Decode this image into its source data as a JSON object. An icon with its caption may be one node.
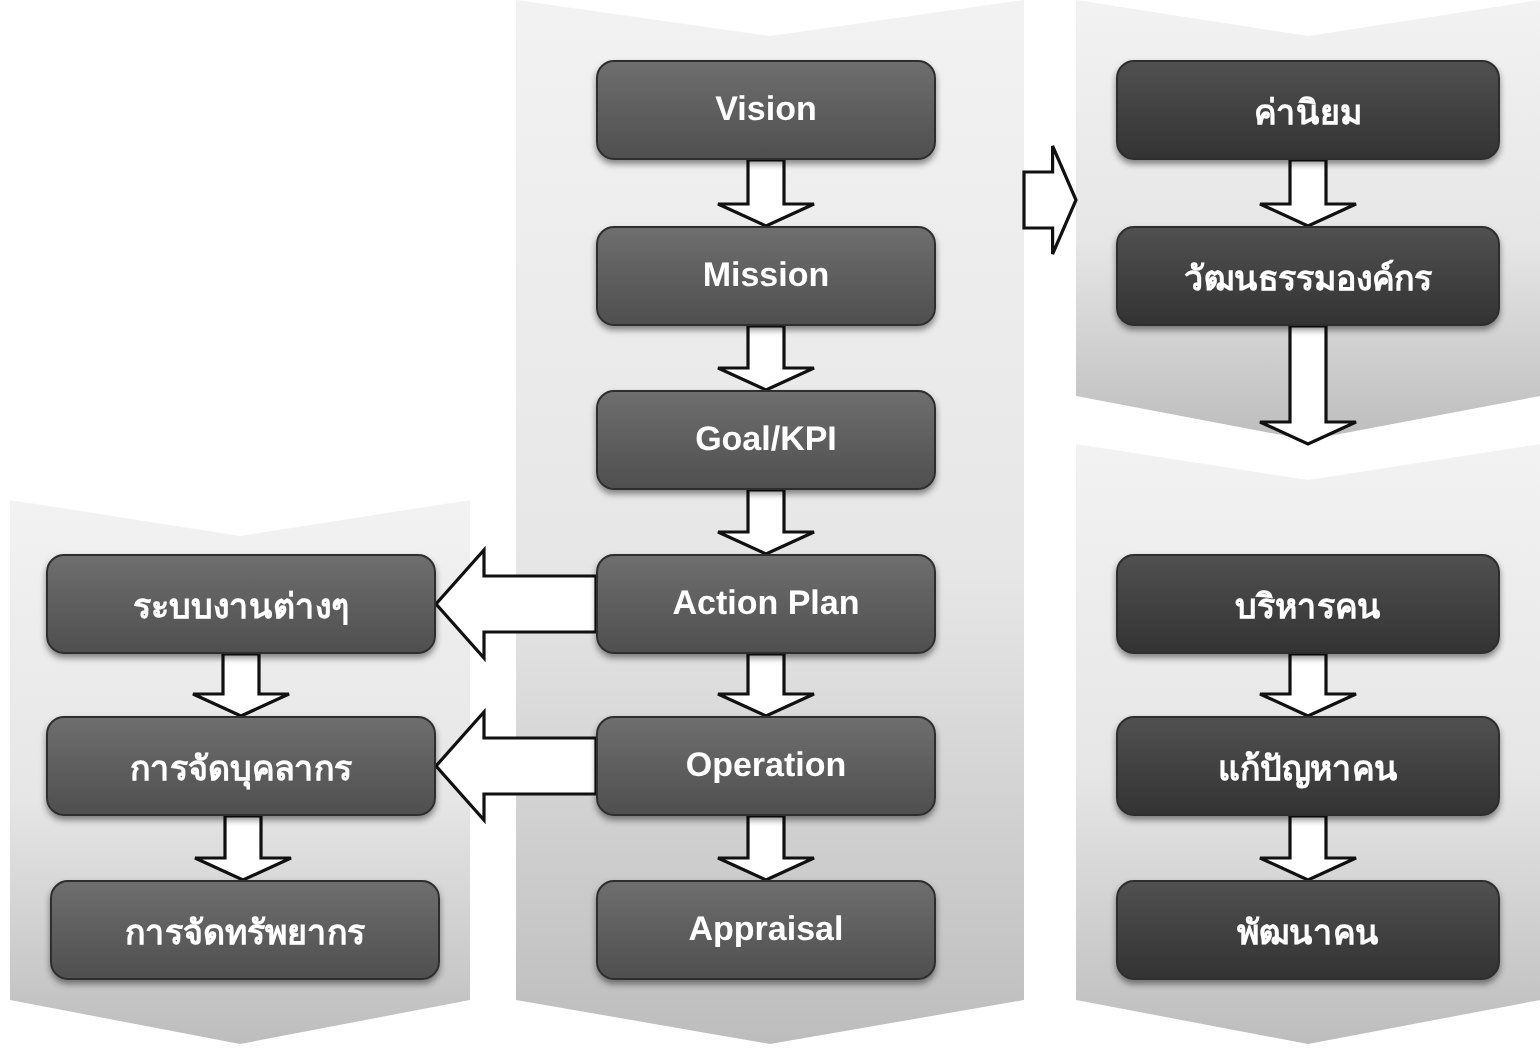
{
  "diagram": {
    "nodes": [
      {
        "text": [],
        "shape": "band"
      },
      {
        "text": [
          "Vision"
        ],
        "in": 0
      },
      {
        "text": [
          "Mission"
        ],
        "in": 0
      },
      {
        "text": [
          "Goal/KPI"
        ],
        "in": 0
      },
      {
        "text": [
          "Action Plan"
        ],
        "in": 0
      },
      {
        "text": [
          "Operation"
        ],
        "in": 0
      },
      {
        "text": [
          "Appraisal"
        ],
        "in": 0
      },
      {
        "text": [],
        "shape": "band"
      },
      {
        "text": [
          "ค่านิยม"
        ],
        "in": 7
      },
      {
        "text": [
          "วัฒนธรรมองค์กร"
        ],
        "in": 7
      },
      {
        "text": [],
        "shape": "band"
      },
      {
        "text": [
          "บริหารคน"
        ],
        "in": 10
      },
      {
        "text": [
          "แก้ปัญหาคน"
        ],
        "in": 10
      },
      {
        "text": [
          "พัฒนาคน"
        ],
        "in": 10
      },
      {
        "text": [],
        "shape": "band"
      },
      {
        "text": [
          "ระบบงานต่างๆ"
        ],
        "in": 14
      },
      {
        "text": [
          "การจัดบุคลากร"
        ],
        "in": 14
      },
      {
        "text": [
          "การจัดทรัพยากร"
        ],
        "in": 14
      }
    ],
    "edges": [
      {
        "from": 1,
        "to": 2,
        "arrow": "to"
      },
      {
        "from": 2,
        "to": 3,
        "arrow": "to"
      },
      {
        "from": 3,
        "to": 4,
        "arrow": "to"
      },
      {
        "from": 4,
        "to": 5,
        "arrow": "to"
      },
      {
        "from": 5,
        "to": 6,
        "arrow": "to"
      },
      {
        "from": 0,
        "to": 7,
        "arrow": "to"
      },
      {
        "from": 8,
        "to": 9,
        "arrow": "to"
      },
      {
        "from": 9,
        "to": 10,
        "arrow": "to"
      },
      {
        "from": 11,
        "to": 12,
        "arrow": "to"
      },
      {
        "from": 12,
        "to": 13,
        "arrow": "to"
      },
      {
        "from": 4,
        "to": 15,
        "arrow": "to"
      },
      {
        "from": 5,
        "to": 16,
        "arrow": "to"
      },
      {
        "from": 15,
        "to": 16,
        "arrow": "to"
      },
      {
        "from": 16,
        "to": 17,
        "arrow": "to"
      }
    ]
  }
}
